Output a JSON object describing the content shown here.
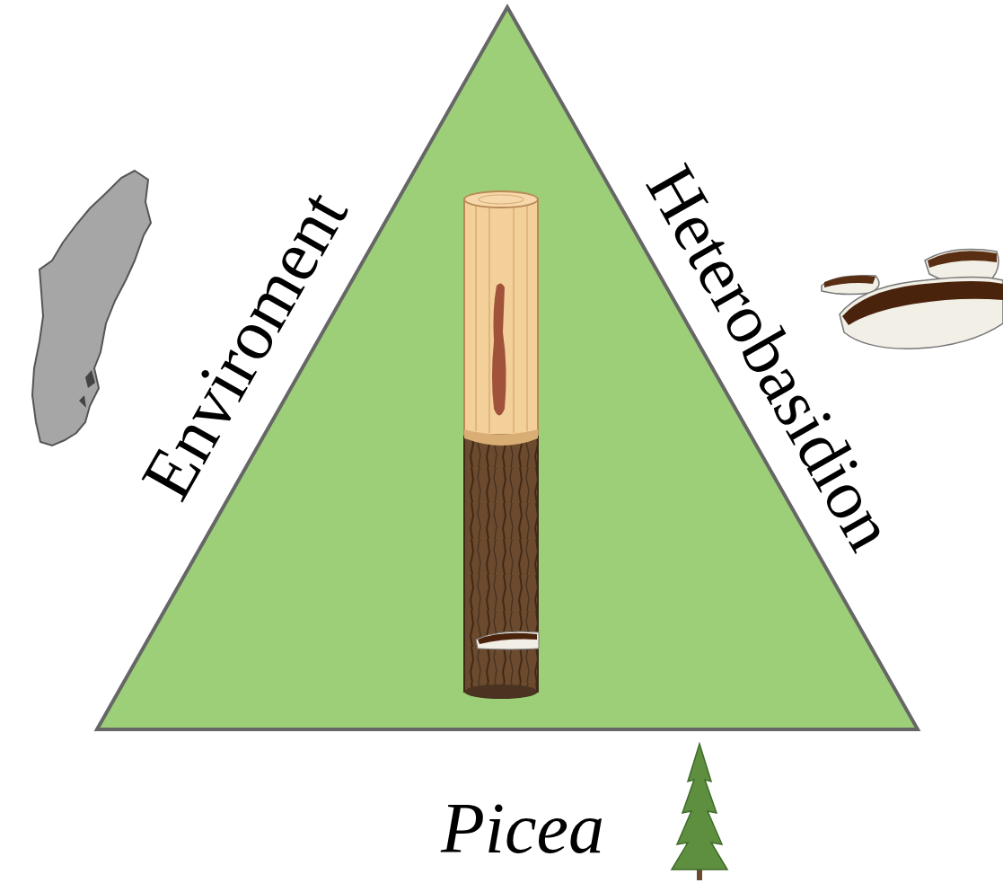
{
  "diagram": {
    "labels": [
      "Enviroment",
      "Heterobasidion",
      "Picea"
    ]
  }
}
